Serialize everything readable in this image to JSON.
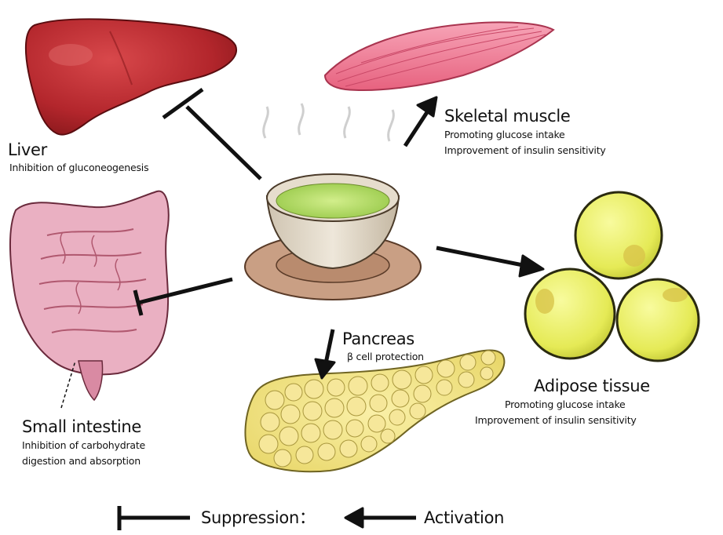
{
  "labels": {
    "liver": {
      "title": "Liver",
      "lines": [
        "Inhibition of gluconeogenesis"
      ]
    },
    "muscle": {
      "title": "Skeletal muscle",
      "lines": [
        "Promoting glucose intake",
        "Improvement of insulin sensitivity"
      ]
    },
    "intestine": {
      "title": "Small intestine",
      "lines": [
        "Inhibition of carbohydrate",
        "digestion and absorption"
      ]
    },
    "pancreas": {
      "title": "Pancreas",
      "lines": [
        "β cell protection"
      ]
    },
    "adipose": {
      "title": "Adipose tissue",
      "lines": [
        "Promoting glucose intake",
        "Improvement of insulin sensitivity"
      ]
    }
  },
  "legend": {
    "suppression": "Suppression：",
    "activation": "Activation"
  },
  "colors": {
    "liver": "#b3262c",
    "muscle": "#ee7d97",
    "intestine": "#f1b3c9",
    "pancreas": "#f4e58a",
    "fat_cell": "#e9ee63",
    "tea": "#b7de6b",
    "cup": "#ddd3c1",
    "saucer": "#c99f84",
    "arrow": "#111111"
  },
  "icons": {
    "liver": "liver-organ-icon",
    "muscle": "skeletal-muscle-icon",
    "intestine": "intestine-icon",
    "pancreas": "pancreas-icon",
    "adipose": "fat-cells-icon",
    "tea": "green-tea-cup-icon"
  }
}
